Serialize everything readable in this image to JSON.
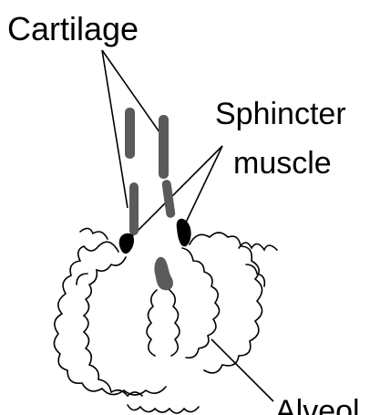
{
  "labels": {
    "cartilage": "Cartilage",
    "sphincter_line1": "Sphincter",
    "sphincter_line2": "muscle",
    "alveoli_partial": "Alveol"
  }
}
